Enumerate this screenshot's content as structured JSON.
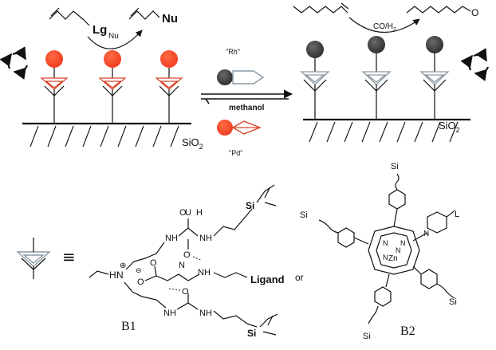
{
  "colors": {
    "pd_sphere": "#ee3b1f",
    "rh_sphere": "#2b2b2b",
    "linker_red": "#d9442a",
    "linker_gray": "#8a9aa4"
  },
  "left_panel": {
    "leaving_group": "Lg",
    "nucleophile_reagent": "Nu",
    "nucleophile_product": "Nu",
    "support_label": "SiO",
    "support_sub": "2"
  },
  "right_panel": {
    "reagent": "CO/H",
    "reagent_sub": "2",
    "product_atom": "O",
    "support_label": "SiO",
    "support_sub": "2"
  },
  "exchange": {
    "rh_label": "\"Rh\"",
    "solvent": "methanol",
    "pd_label": "\"Pd\""
  },
  "equivalence_symbol": "≡",
  "b1": {
    "label": "B1",
    "ligand": "Ligand",
    "si_top": "Si",
    "si_bottom": "Si",
    "nh": "NH",
    "h": "H",
    "n": "N",
    "o": "O",
    "plus": "⊕",
    "minus": "⊖"
  },
  "or_text": "or",
  "b2": {
    "label": "B2",
    "si": "Si",
    "l": "L",
    "zn": "Zn",
    "n": "N"
  }
}
